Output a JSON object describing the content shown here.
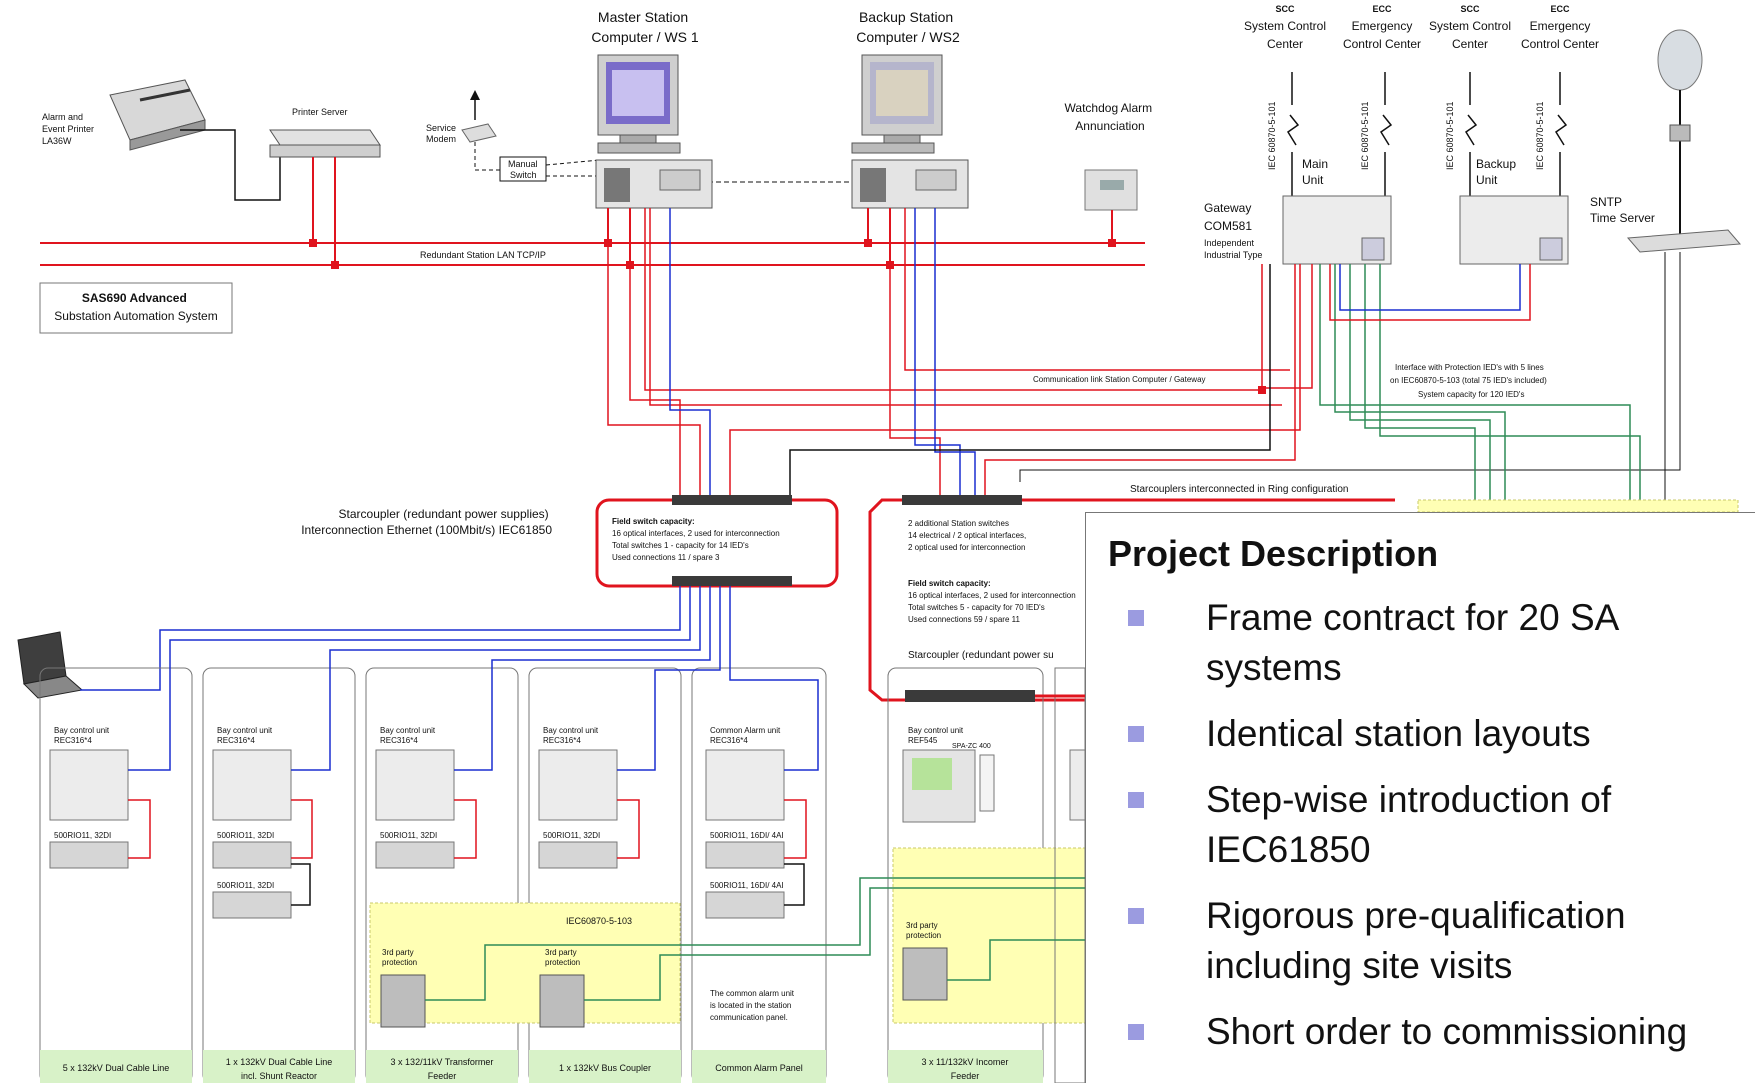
{
  "description": {
    "title": "Project Description",
    "items": [
      "Frame contract for 20 SA systems",
      "Identical station layouts",
      "Step-wise introduction of IEC61850",
      "Rigorous pre-qualification including site visits",
      "Short order to commissioning"
    ]
  },
  "stations": {
    "master": [
      "Master Station",
      "Computer / WS 1"
    ],
    "backup": [
      "Backup Station",
      "Computer / WS2"
    ]
  },
  "control_centers": [
    [
      "SCC",
      "System Control",
      "Center"
    ],
    [
      "ECC",
      "Emergency",
      "Control Center"
    ],
    [
      "SCC",
      "System Control",
      "Center"
    ],
    [
      "ECC",
      "Emergency",
      "Control Center"
    ]
  ],
  "protocol_label": "IEC 60870-5-101",
  "labels": {
    "alarm_printer": [
      "Alarm and",
      "Event Printer",
      "LA36W"
    ],
    "printer_server": "Printer Server",
    "service_modem": [
      "Service",
      "Modem"
    ],
    "manual_switch": [
      "Manual",
      "Switch"
    ],
    "watchdog": [
      "Watchdog Alarm",
      "Annunciation"
    ],
    "main_unit": [
      "Main",
      "Unit"
    ],
    "backup_unit": [
      "Backup",
      "Unit"
    ],
    "gateway": [
      "Gateway",
      "COM581",
      "Independent",
      "Industrial Type"
    ],
    "sntp": [
      "SNTP",
      "Time Server"
    ],
    "lan": "Redundant Station LAN TCP/IP",
    "sas": [
      "SAS690 Advanced",
      "Substation Automation System"
    ],
    "comm_link": "Communication link Station Computer / Gateway",
    "prot_interface": [
      "Interface with Protection IED's with 5 lines",
      "on IEC60870-5-103 (total 75 IED's included)",
      "System capacity for 120 IED's"
    ],
    "starcoupler_left": [
      "Starcoupler (redundant power supplies)",
      "Interconnection Ethernet (100Mbit/s) IEC61850"
    ],
    "ring": "Starcouplers interconnected in Ring configuration",
    "field_switch_left": [
      "Field switch capacity:",
      "16 optical interfaces, 2 used for interconnection",
      "Total switches 1 - capacity for 14 IED's",
      "Used connections 11 / spare 3"
    ],
    "station_switches": [
      "2 additional Station switches",
      "14 electrical / 2 optical interfaces,",
      "2 optical used for interconnection"
    ],
    "field_switch_right": [
      "Field switch capacity:",
      "16 optical interfaces, 2 used for interconnection",
      "Total switches 5 - capacity for 70 IED's",
      "Used connections 59 / spare 11"
    ],
    "starcoupler_right": "Starcoupler (redundant power su",
    "iec103": "IEC60870-5-103",
    "spa": "SPA-ZC 400",
    "common_alarm_note": [
      "The common alarm unit",
      "is located in the station",
      "communication panel."
    ]
  },
  "bays": [
    {
      "unit": [
        "Bay control unit",
        "REC316*4"
      ],
      "io": [
        "500RIO11, 32DI"
      ],
      "footer": [
        "5 x 132kV Dual Cable Line"
      ]
    },
    {
      "unit": [
        "Bay control unit",
        "REC316*4"
      ],
      "io": [
        "500RIO11, 32DI",
        "500RIO11, 32DI"
      ],
      "footer": [
        "1 x 132kV Dual Cable Line",
        "incl. Shunt Reactor"
      ]
    },
    {
      "unit": [
        "Bay control unit",
        "REC316*4"
      ],
      "io": [
        "500RIO11, 32DI"
      ],
      "third": [
        "3rd party",
        "protection"
      ],
      "footer": [
        "3 x 132/11kV Transformer",
        "Feeder"
      ]
    },
    {
      "unit": [
        "Bay control unit",
        "REC316*4"
      ],
      "io": [
        "500RIO11, 32DI"
      ],
      "third": [
        "3rd party",
        "protection"
      ],
      "footer": [
        "1 x 132kV Bus Coupler"
      ]
    },
    {
      "unit": [
        "Common Alarm unit",
        "REC316*4"
      ],
      "io": [
        "500RIO11, 16DI/ 4AI",
        "500RIO11, 16DI/ 4AI"
      ],
      "footer": [
        "Common Alarm Panel"
      ]
    },
    {
      "unit": [
        "Bay control unit",
        "REF545"
      ],
      "third": [
        "3rd party",
        "protection"
      ],
      "footer": [
        "3 x 11/132kV Incomer",
        "Feeder"
      ]
    }
  ],
  "colors": {
    "red": "#e0141e",
    "blue": "#1a2fd0",
    "green": "#2e8b57",
    "yellow": "#ffffb4",
    "bay_footer": "#d8f2c8",
    "bullet": "#9b9be0"
  }
}
